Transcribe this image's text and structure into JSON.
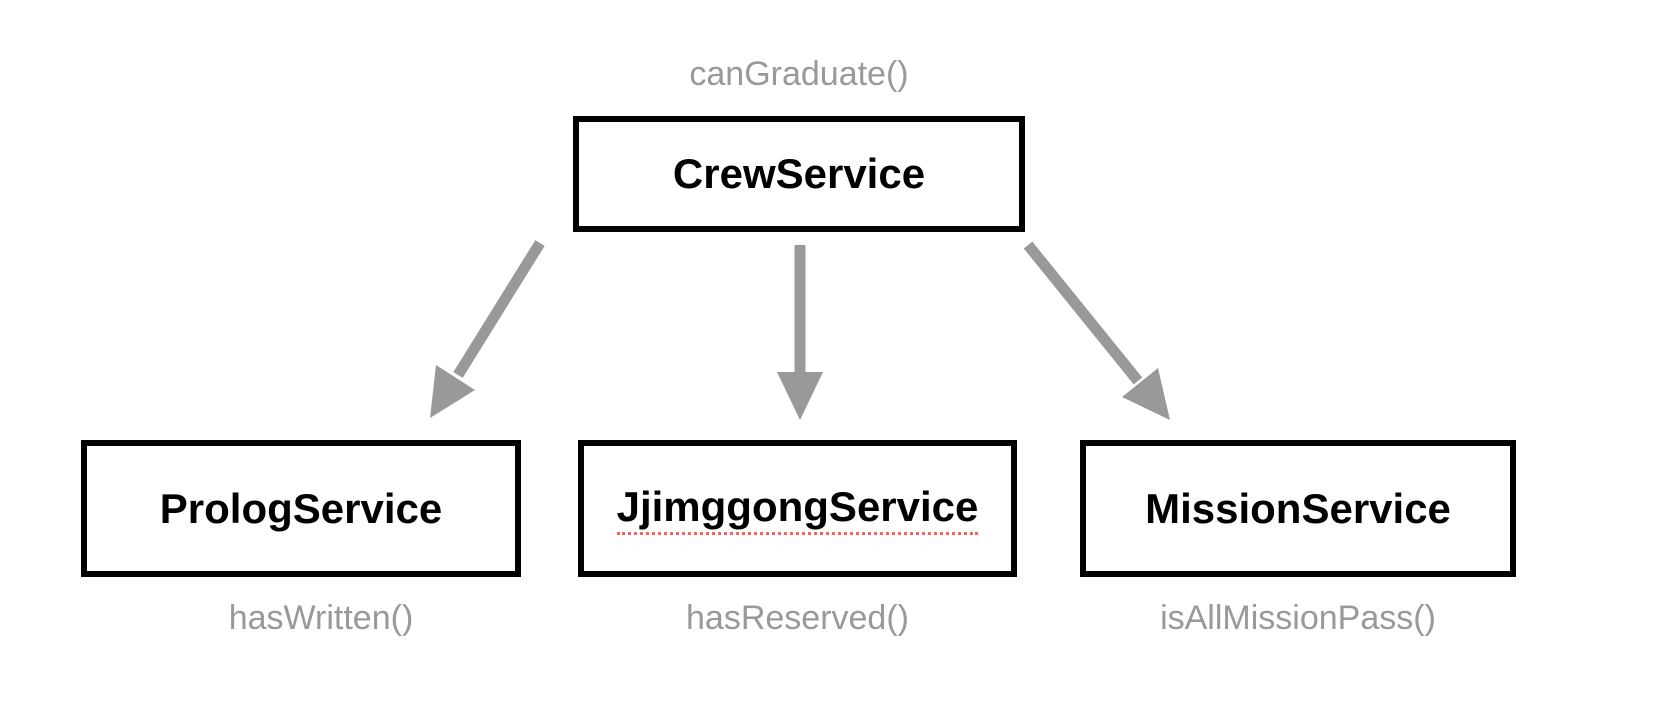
{
  "diagram": {
    "nodes": {
      "crew": {
        "label": "CrewService",
        "method": "canGraduate()"
      },
      "prolog": {
        "label": "PrologService",
        "method": "hasWritten()"
      },
      "jjimggong": {
        "label": "JjimggongService",
        "method": "hasReserved()",
        "spellcheck_flagged": true
      },
      "mission": {
        "label": "MissionService",
        "method": "isAllMissionPass()"
      }
    },
    "edges": [
      {
        "from": "crew",
        "to": "prolog"
      },
      {
        "from": "crew",
        "to": "jjimggong"
      },
      {
        "from": "crew",
        "to": "mission"
      }
    ],
    "colors": {
      "background": "#ffffff",
      "box_border": "#000000",
      "box_text": "#000000",
      "muted_text": "#999999",
      "arrow": "#999999",
      "spellcheck_underline": "#ff6057"
    }
  }
}
